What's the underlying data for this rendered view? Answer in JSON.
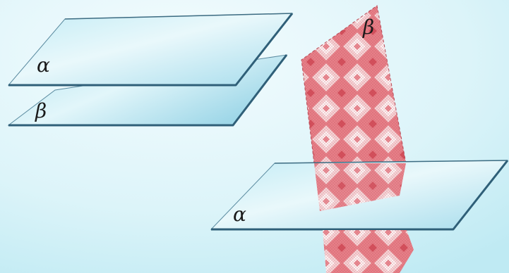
{
  "figure": {
    "left_parallel_planes": {
      "upper_plane": {
        "label": "α"
      },
      "lower_plane": {
        "label": "β"
      }
    },
    "right_intersecting_planes": {
      "horizontal_plane": {
        "label": "α"
      },
      "vertical_plane": {
        "label": "β"
      }
    }
  },
  "colors": {
    "background_light": "#f2fbfd",
    "background_cyan": "#c6eef6",
    "plane_fill_light": "#e6f7fb",
    "plane_fill_dark": "#9fdaea",
    "plane_edge": "#2f5f78",
    "vertical_plane_pink": "#f0c0c4",
    "vertical_plane_red": "#d9626c"
  }
}
